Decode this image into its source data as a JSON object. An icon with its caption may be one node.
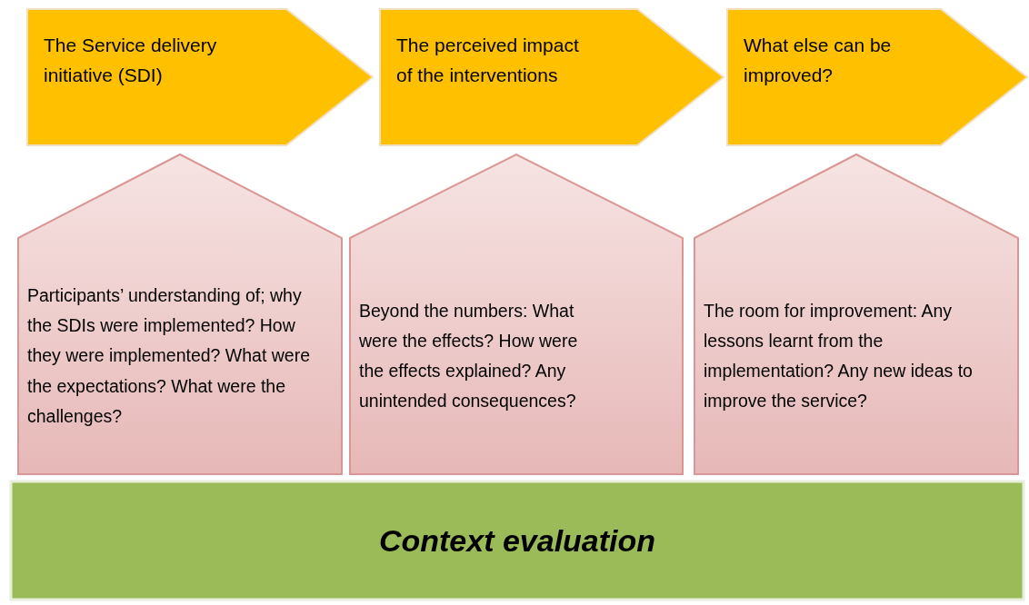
{
  "diagram": {
    "nodes": [
      {
        "text": [
          "The Service delivery initiative (SDI)"
        ]
      },
      {
        "text": [
          "The perceived impact of the interventions"
        ]
      },
      {
        "text": [
          "What else can be improved?"
        ]
      },
      {
        "text": [
          "Participants’ understanding of; why the SDIs were implemented? How they were implemented?  What were the expectations? What were the challenges?"
        ]
      },
      {
        "text": [
          "Beyond the numbers: What were the effects? How were the effects explained? Any unintended consequences?"
        ]
      },
      {
        "text": [
          "The room for improvement: Any lessons learnt from the implementation? Any new ideas to improve the service?"
        ]
      },
      {
        "text": [
          "Context evaluation"
        ]
      }
    ]
  }
}
